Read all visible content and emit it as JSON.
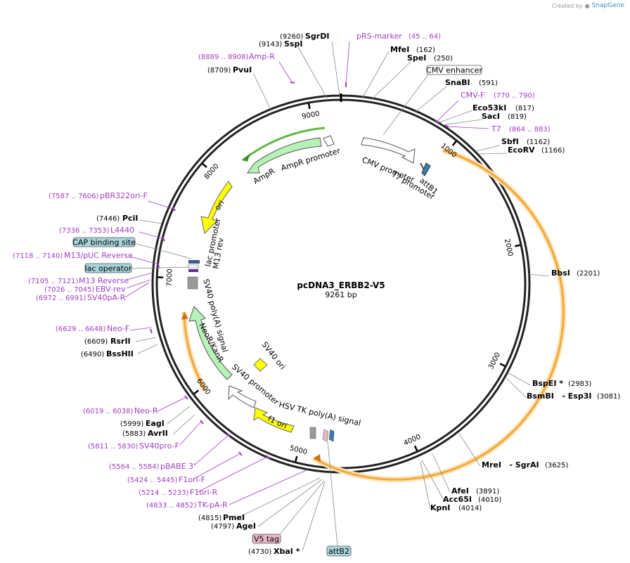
{
  "credit": {
    "prefix": "Created by",
    "brand": "SnapGene"
  },
  "plasmid": {
    "name": "pcDNA3_ERBB2-V5",
    "length": "9261 bp",
    "total_bp": 9261
  },
  "ticks": [
    {
      "label": "1000",
      "bp": 1000
    },
    {
      "label": "2000",
      "bp": 2000
    },
    {
      "label": "3000",
      "bp": 3000
    },
    {
      "label": "4000",
      "bp": 4000
    },
    {
      "label": "5000",
      "bp": 5000
    },
    {
      "label": "6000",
      "bp": 6000
    },
    {
      "label": "7000",
      "bp": 7000
    },
    {
      "label": "8000",
      "bp": 8000
    },
    {
      "label": "9000",
      "bp": 9000
    }
  ],
  "enzymes": [
    {
      "name": "SgrDI",
      "pos": "(9260)",
      "side": "L"
    },
    {
      "name": "SspI",
      "pos": "(9143)",
      "side": "L"
    },
    {
      "name": "PvuI",
      "pos": "(8709)",
      "side": "L"
    },
    {
      "name": "MfeI",
      "pos": "(162)",
      "side": "R"
    },
    {
      "name": "SpeI",
      "pos": "(250)",
      "side": "R"
    },
    {
      "name": "SnaBI",
      "pos": "(591)",
      "side": "R"
    },
    {
      "name": "Eco53kI",
      "pos": "(817)",
      "side": "R"
    },
    {
      "name": "SacI",
      "pos": "(819)",
      "side": "R"
    },
    {
      "name": "SbfI",
      "pos": "(1162)",
      "side": "R"
    },
    {
      "name": "EcoRV",
      "pos": "(1166)",
      "side": "R"
    },
    {
      "name": "BbsI",
      "pos": "(2201)",
      "side": "R"
    },
    {
      "name": "BspEI *",
      "pos": "(2983)",
      "side": "R"
    },
    {
      "name": "BsmBI   - Esp3I",
      "pos": "(3081)",
      "side": "R"
    },
    {
      "name": "MreI   - SgrAI",
      "pos": "(3625)",
      "side": "R"
    },
    {
      "name": "AfeI",
      "pos": "(3891)",
      "side": "R"
    },
    {
      "name": "Acc65I",
      "pos": "(4010)",
      "side": "R"
    },
    {
      "name": "KpnI",
      "pos": "(4014)",
      "side": "R"
    },
    {
      "name": "PciI",
      "pos": "(7446)",
      "side": "L"
    },
    {
      "name": "RsrII",
      "pos": "(6609)",
      "side": "L"
    },
    {
      "name": "BssHII",
      "pos": "(6490)",
      "side": "L"
    },
    {
      "name": "EagI",
      "pos": "(5999)",
      "side": "L"
    },
    {
      "name": "AvrII",
      "pos": "(5883)",
      "side": "L"
    },
    {
      "name": "PmeI",
      "pos": "(4815)",
      "side": "L"
    },
    {
      "name": "AgeI",
      "pos": "(4797)",
      "side": "L"
    },
    {
      "name": "XbaI *",
      "pos": "(4730)",
      "side": "L"
    }
  ],
  "primers": [
    {
      "name": "pRS-marker",
      "range": "(45 .. 64)"
    },
    {
      "name": "Amp-R",
      "range": "(8889 .. 8908)"
    },
    {
      "name": "CMV-F",
      "range": "(770 .. 790)"
    },
    {
      "name": "T7",
      "range": "(864 .. 883)"
    },
    {
      "name": "pBR322ori-F",
      "range": "(7587 .. 7606)"
    },
    {
      "name": "L4440",
      "range": "(7336 .. 7353)"
    },
    {
      "name": "M13/pUC Reverse",
      "range": "(7118 .. 7140)"
    },
    {
      "name": "M13 Reverse",
      "range": "(7105 .. 7121)"
    },
    {
      "name": "EBV-rev",
      "range": "(7026 .. 7045)"
    },
    {
      "name": "SV40pA-R",
      "range": "(6972 .. 6991)"
    },
    {
      "name": "Neo-F",
      "range": "(6629 .. 6648)"
    },
    {
      "name": "Neo-R",
      "range": "(6019 .. 6038)"
    },
    {
      "name": "SV40pro-F",
      "range": "(5811 .. 5830)"
    },
    {
      "name": "pBABE 3'",
      "range": "(5564 .. 5584)"
    },
    {
      "name": "F1ori-F",
      "range": "(5424 .. 5445)"
    },
    {
      "name": "F1ori-R",
      "range": "(5214 .. 5233)"
    },
    {
      "name": "TK-pA-R",
      "range": "(4833 .. 4852)"
    }
  ],
  "boxed_features": [
    {
      "name": "CMV enhancer",
      "fill": "#ffffff"
    },
    {
      "name": "CAP binding site",
      "fill": "#a9d5dc"
    },
    {
      "name": "lac operator",
      "fill": "#a9d5dc"
    },
    {
      "name": "V5 tag",
      "fill": "#e7b7c9"
    },
    {
      "name": "attB2",
      "fill": "#a9d5dc"
    }
  ],
  "feature_labels": [
    {
      "name": "CMV promoter"
    },
    {
      "name": "T7 promoter"
    },
    {
      "name": "attB1"
    },
    {
      "name": "AmpR promoter"
    },
    {
      "name": "AmpR"
    },
    {
      "name": "ori"
    },
    {
      "name": "lac promoter"
    },
    {
      "name": "M13 rev"
    },
    {
      "name": "SV40 poly(A) signal"
    },
    {
      "name": "NeoR/KanR"
    },
    {
      "name": "SV40 ori"
    },
    {
      "name": "SV40 promoter"
    },
    {
      "name": "HSV TK poly(A) signal"
    },
    {
      "name": "f1 ori"
    }
  ],
  "colors": {
    "primer": "#a23cc4",
    "erbb2_orf": "#f2a93b",
    "ampr": "#b6f2b6",
    "ori": "#ffff00",
    "backbone": "#222222",
    "misc": "#8a9bb0"
  }
}
